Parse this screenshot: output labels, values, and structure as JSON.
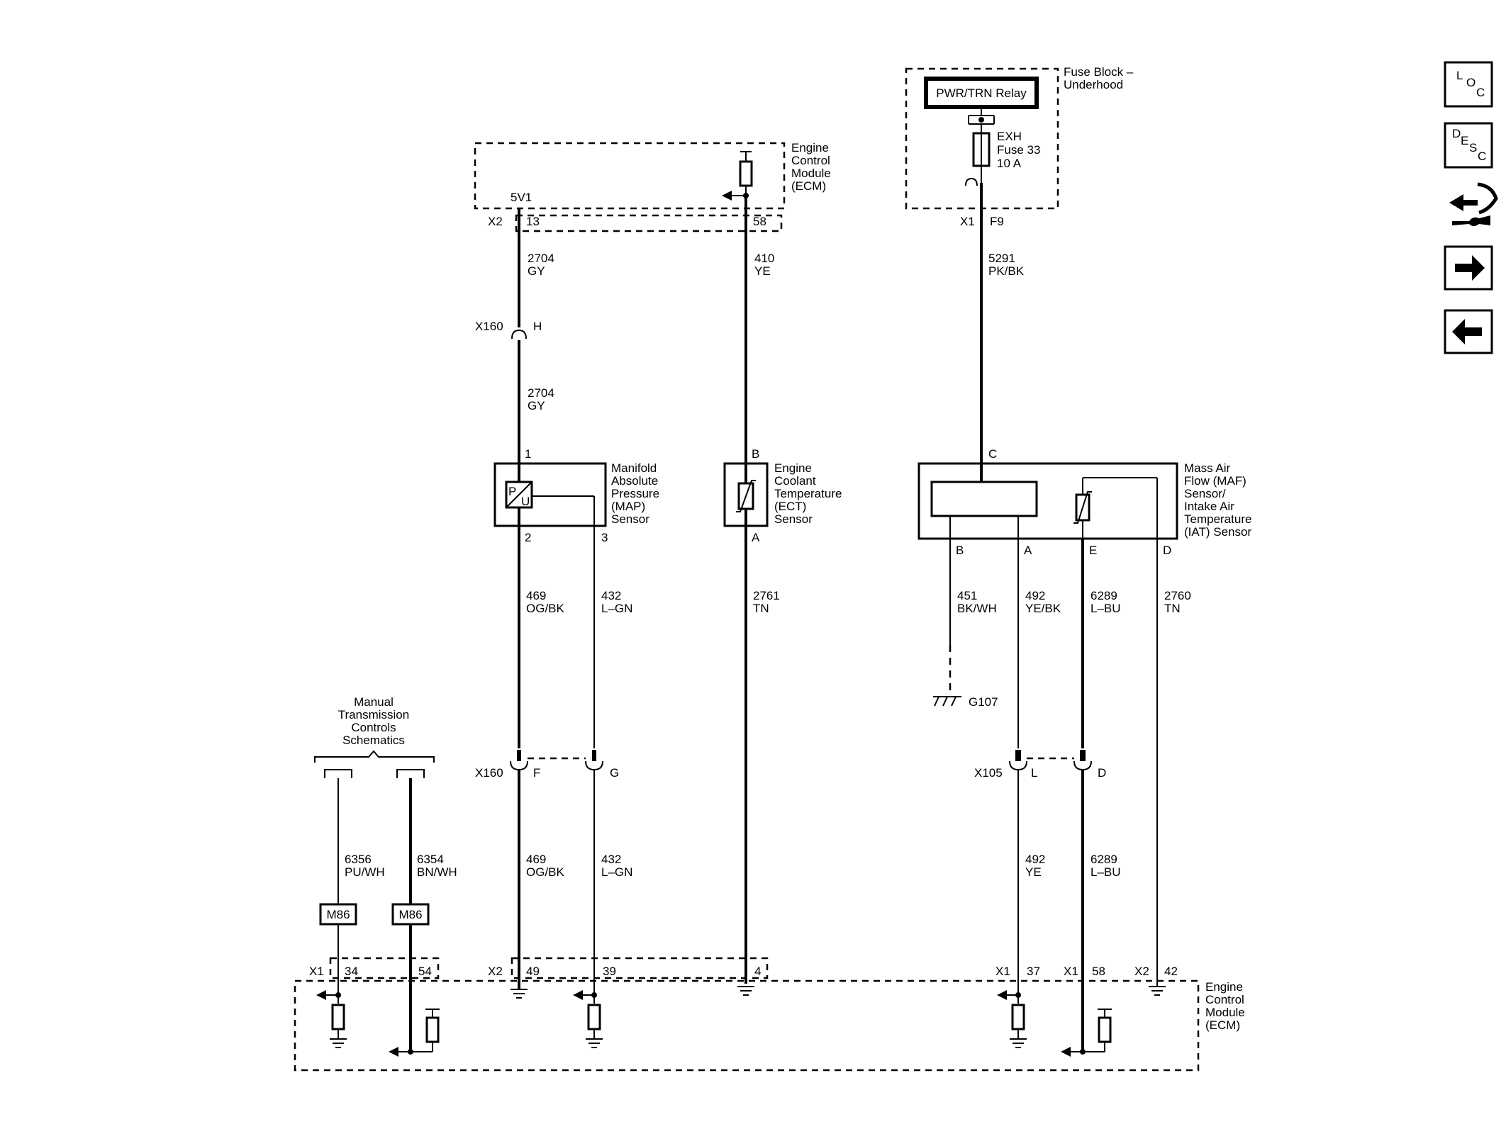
{
  "modules": {
    "ecm_top": [
      "Engine",
      "Control",
      "Module",
      "(ECM)"
    ],
    "ecm_bottom": [
      "Engine",
      "Control",
      "Module",
      "(ECM)"
    ],
    "fuse_block": [
      "Fuse Block –",
      "Underhood"
    ],
    "relay": "PWR/TRN Relay",
    "fuse": [
      "EXH",
      "Fuse 33",
      "10 A"
    ],
    "map_sensor": [
      "Manifold",
      "Absolute",
      "Pressure",
      "(MAP)",
      "Sensor"
    ],
    "ect_sensor": [
      "Engine",
      "Coolant",
      "Temperature",
      "(ECT)",
      "Sensor"
    ],
    "maf_sensor": [
      "Mass Air",
      "Flow (MAF)",
      "Sensor/",
      "Intake Air",
      "Temperature",
      "(IAT) Sensor"
    ],
    "mtc": [
      "Manual",
      "Transmission",
      "Controls",
      "Schematics"
    ]
  },
  "labels": {
    "v5": "5V1",
    "x2": "X2",
    "x1": "X1",
    "x160": "X160",
    "x105": "X105",
    "g107": "G107",
    "m86": "M86",
    "map_p": "P",
    "map_u": "U"
  },
  "pins": {
    "ecm_top_13": "13",
    "ecm_top_58": "58",
    "fuse_f9": "F9",
    "x160_h": "H",
    "map_1": "1",
    "map_2": "2",
    "map_3": "3",
    "ect_b": "B",
    "ect_a": "A",
    "maf_c": "C",
    "maf_b": "B",
    "maf_a": "A",
    "maf_e": "E",
    "maf_d": "D",
    "x160_f": "F",
    "x160_g": "G",
    "x105_l": "L",
    "x105_d": "D",
    "ecm_34": "34",
    "ecm_54": "54",
    "ecm_49": "49",
    "ecm_39": "39",
    "ecm_4": "4",
    "ecm_37": "37",
    "ecm_58": "58",
    "ecm_42": "42"
  },
  "wires": {
    "w2704_top": [
      "2704",
      "GY"
    ],
    "w2704_mid": [
      "2704",
      "GY"
    ],
    "w410": [
      "410",
      "YE"
    ],
    "w5291": [
      "5291",
      "PK/BK"
    ],
    "w469_up": [
      "469",
      "OG/BK"
    ],
    "w432_up": [
      "432",
      "L–GN"
    ],
    "w2761": [
      "2761",
      "TN"
    ],
    "w451": [
      "451",
      "BK/WH"
    ],
    "w492_up": [
      "492",
      "YE/BK"
    ],
    "w6289_up": [
      "6289",
      "L–BU"
    ],
    "w2760": [
      "2760",
      "TN"
    ],
    "w6356": [
      "6356",
      "PU/WH"
    ],
    "w6354": [
      "6354",
      "BN/WH"
    ],
    "w469_lo": [
      "469",
      "OG/BK"
    ],
    "w432_lo": [
      "432",
      "L–GN"
    ],
    "w492_lo": [
      "492",
      "YE"
    ],
    "w6289_lo": [
      "6289",
      "L–BU"
    ]
  },
  "nav": {
    "loc": [
      "L",
      "O",
      "C"
    ],
    "desc": [
      "D",
      "E",
      "S",
      "C"
    ]
  }
}
